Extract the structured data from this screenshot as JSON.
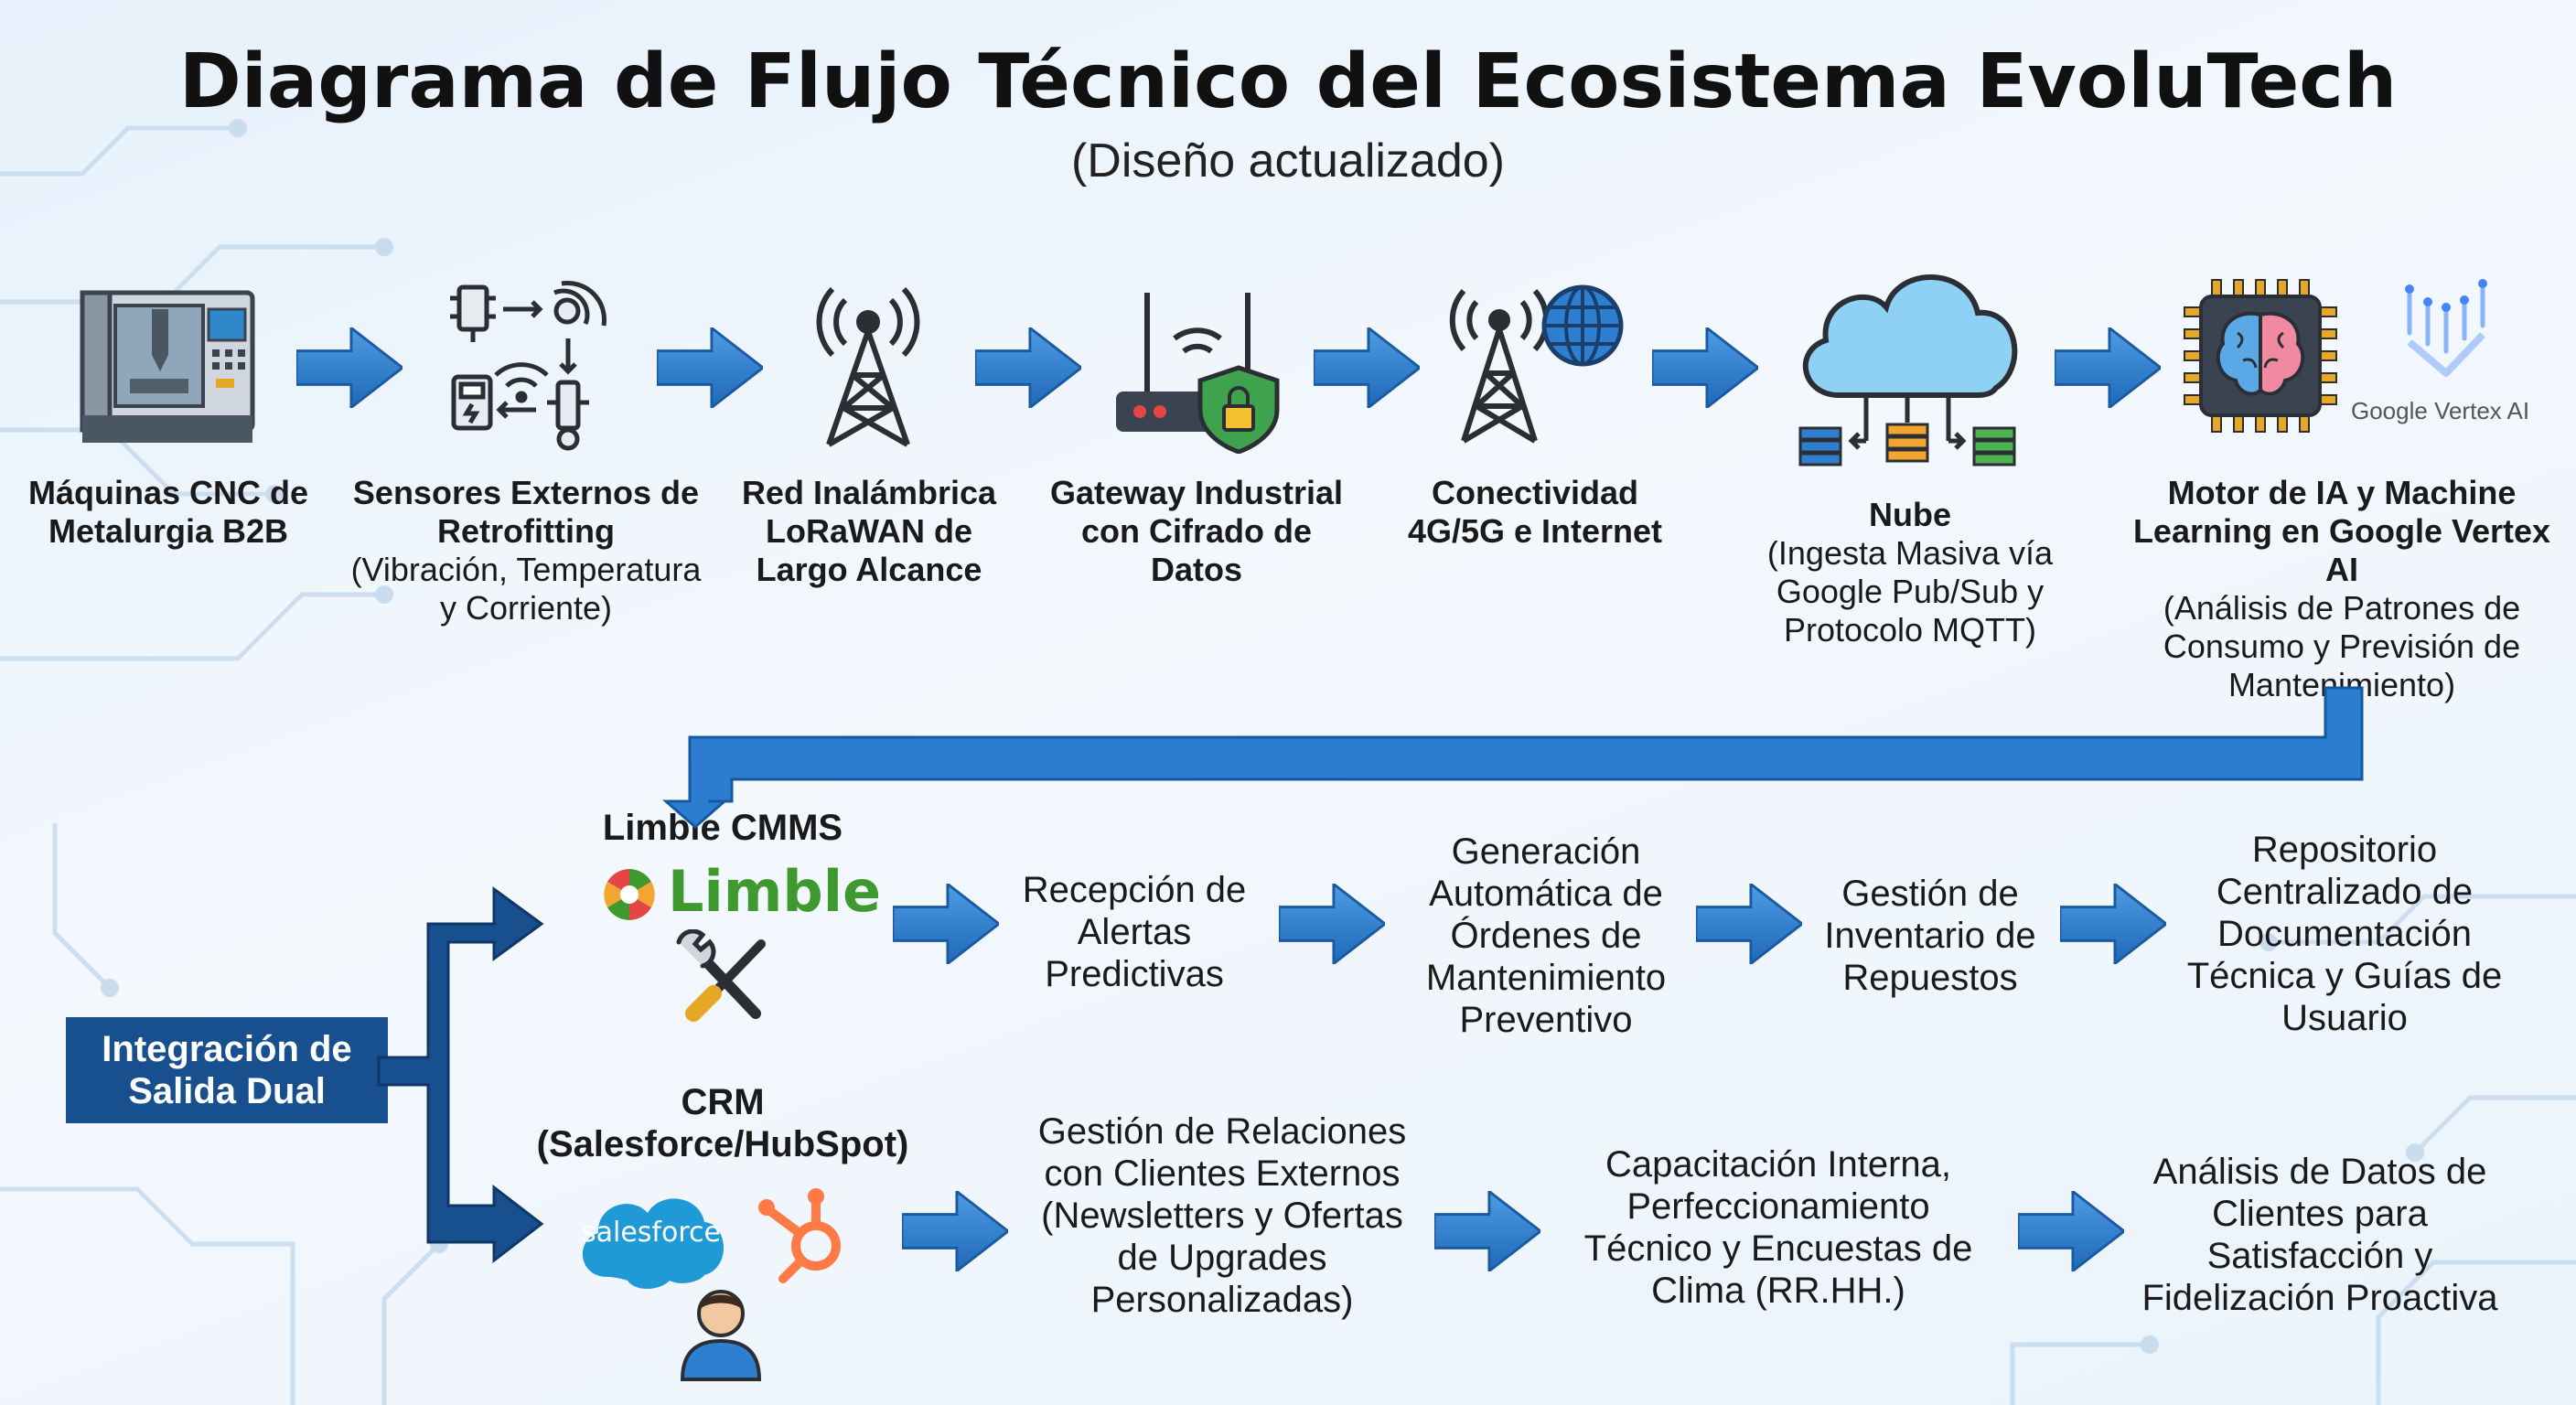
{
  "title": "Diagrama de Flujo Técnico del Ecosistema EvoluTech",
  "subtitle": "(Diseño actualizado)",
  "top_row": [
    {
      "bold": "Máquinas CNC de Metalurgia B2B",
      "normal": "",
      "icon": "cnc-machine-icon"
    },
    {
      "bold": "Sensores Externos de Retrofitting",
      "normal": "(Vibración, Temperatura y Corriente)",
      "icon": "sensors-icon"
    },
    {
      "bold": "Red Inalámbrica LoRaWAN de Largo Alcance",
      "normal": "",
      "icon": "antenna-tower-icon"
    },
    {
      "bold": "Gateway Industrial con Cifrado de Datos",
      "normal": "",
      "icon": "secure-gateway-icon"
    },
    {
      "bold": "Conectividad 4G/5G e Internet",
      "normal": "",
      "icon": "cell-tower-globe-icon"
    },
    {
      "bold": "Nube",
      "normal": "(Ingesta Masiva vía Google Pub/Sub y Protocolo MQTT)",
      "icon": "cloud-database-icon"
    },
    {
      "bold": "Motor de IA y Machine Learning en Google Vertex AI",
      "normal": "(Análisis de Patrones de Consumo y Previsión de Mantenimiento)",
      "icon": "ai-chip-brain-icon"
    }
  ],
  "vertex_ai_label": "Google Vertex AI",
  "dual_output": "Integración de Salida Dual",
  "limble": {
    "heading": "Limble CMMS",
    "logo_text": "Limble",
    "steps": [
      "Recepción de Alertas Predictivas",
      "Generación Automática de Órdenes de Mantenimiento Preventivo",
      "Gestión de Inventario de Repuestos",
      "Repositorio Centralizado de Documentación Técnica y Guías de Usuario"
    ]
  },
  "crm": {
    "heading_line1": "CRM",
    "heading_line2": "(Salesforce/HubSpot)",
    "salesforce_text": "salesforce",
    "steps": [
      "Gestión de Relaciones con Clientes Externos (Newsletters y Ofertas de Upgrades Personalizadas)",
      "Capacitación Interna, Perfeccionamiento Técnico y Encuestas de Clima (RR.HH.)",
      "Análisis de Datos de Clientes para Satisfacción y Fidelización Proactiva"
    ]
  },
  "colors": {
    "arrow": "#2f7fd1",
    "arrow_dark": "#1d5ea8",
    "connector": "#2c7cd0",
    "dual_box": "#184f8f",
    "limble_green": "#3e9a2f",
    "salesforce_blue": "#1f9ad6",
    "hubspot_orange": "#ff7a45"
  }
}
